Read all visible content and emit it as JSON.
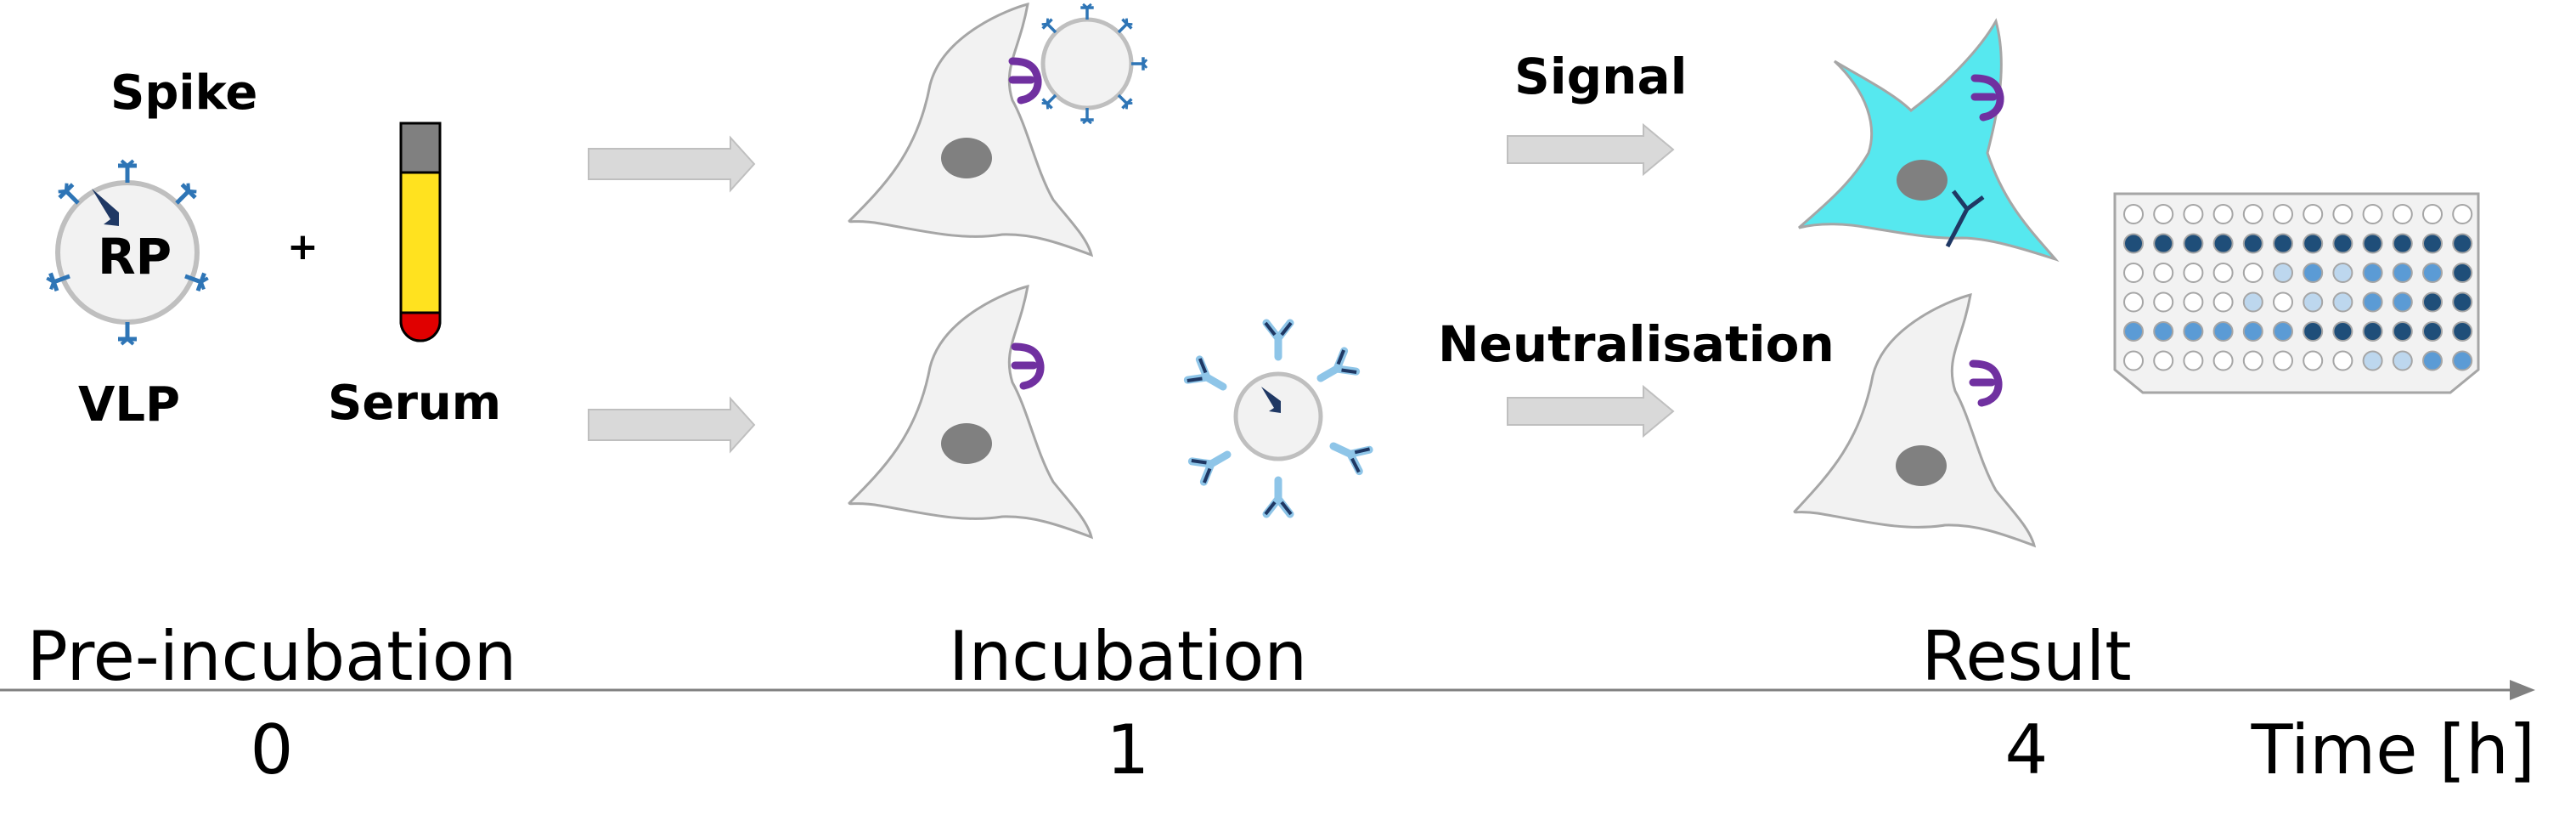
{
  "labels": {
    "spike": "Spike",
    "rp": "RP",
    "vlp": "VLP",
    "plus": "+",
    "serum": "Serum",
    "signal": "Signal",
    "neutralisation": "Neutralisation"
  },
  "timeline": {
    "stages": [
      {
        "name": "Pre-incubation",
        "time": "0"
      },
      {
        "name": "Incubation",
        "time": "1"
      },
      {
        "name": "Result",
        "time": "4"
      }
    ],
    "axis_label": "Time [h]"
  },
  "colors": {
    "cell": "#f2f2f2",
    "cell_outline": "#a6a6a6",
    "nucleus": "#808080",
    "signal_cell": "#56e8ef",
    "receptor": "#7030a0",
    "spike": "#2e75b6",
    "antibody_light": "#8ec5e8",
    "antibody_dark": "#1f3864",
    "arrow": "#d9d9d9",
    "tube_cap": "#808080",
    "tube_body": "#ffe21f",
    "tube_bottom": "#e00000"
  },
  "plate": {
    "rows": [
      [
        "empty",
        "empty",
        "empty",
        "empty",
        "empty",
        "empty",
        "empty",
        "empty",
        "empty",
        "empty",
        "empty",
        "empty"
      ],
      [
        "dark",
        "dark",
        "dark",
        "dark",
        "dark",
        "dark",
        "dark",
        "dark",
        "dark",
        "dark",
        "dark",
        "dark"
      ],
      [
        "empty",
        "empty",
        "empty",
        "empty",
        "empty",
        "light",
        "mid",
        "light",
        "mid",
        "mid",
        "mid",
        "dark"
      ],
      [
        "empty",
        "empty",
        "empty",
        "empty",
        "light",
        "empty",
        "light",
        "light",
        "mid",
        "mid",
        "dark",
        "dark"
      ],
      [
        "mid",
        "mid",
        "mid",
        "mid",
        "mid",
        "mid",
        "dark",
        "dark",
        "dark",
        "dark",
        "dark",
        "dark"
      ],
      [
        "empty",
        "empty",
        "empty",
        "empty",
        "empty",
        "empty",
        "empty",
        "empty",
        "light",
        "light",
        "mid",
        "mid"
      ]
    ],
    "well_colors": {
      "empty": "#ffffff",
      "light": "#bdd7ee",
      "mid": "#5b9bd5",
      "dark": "#1f4e79"
    }
  }
}
